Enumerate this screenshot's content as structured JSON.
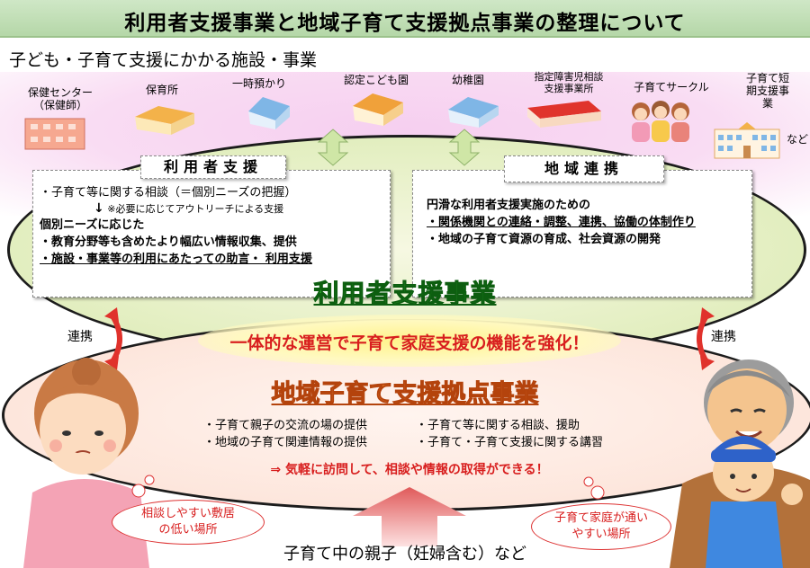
{
  "title": "利用者支援事業と地域子育て支援拠点事業の整理について",
  "section_heading": "子ども・子育て支援にかかる施設・事業",
  "facilities": {
    "health_center": [
      "保健センター",
      "（保健師）"
    ],
    "nursery": "保育所",
    "temporary_care": "一時預かり",
    "certified_kodomoen": "認定こども園",
    "kindergarten": "幼稚園",
    "disability_consult": [
      "指定障害児相談",
      "支援事業所"
    ],
    "parenting_circle": "子育てサークル",
    "short_stay": [
      "子育て短",
      "期支援事",
      "業"
    ],
    "etc": "など"
  },
  "user_support_box": {
    "tab": "利用者支援",
    "line1": "・子育て等に関する相談（＝個別ニーズの把握）",
    "arrow": "↓",
    "note": "※必要に応じてアウトリーチによる支援",
    "line3": "個別ニーズに応じた",
    "line4": "・教育分野等も含めたより幅広い情報収集、提供",
    "line5": "・施設・事業等の利用にあたっての助言・ 利用支援"
  },
  "regional_box": {
    "tab": "地域連携",
    "line1": "円滑な利用者支援実施のための",
    "line2": "・関係機関との連絡・調整、連携、協働の体制作り",
    "line3": "・地域の子育て資源の育成、社会資源の開発"
  },
  "banner_user_support": "利用者支援事業",
  "banner_integrated": "一体的な運営で子育て家庭支援の機能を強化！",
  "banner_hub": "地域子育て支援拠点事業",
  "renkei_left": "連携",
  "renkei_right": "連携",
  "hub_services": {
    "col1_1": "・子育て親子の交流の場の提供",
    "col1_2": "・地域の子育て関連情報の提供",
    "col2_1": "・子育て等に関する相談、援助",
    "col2_2": "・子育て・子育て支援に関する講習"
  },
  "access_line": "⇒ 気軽に訪問して、相談や情報の取得ができる！",
  "bubble_left": [
    "相談しやすい敷居",
    "の低い場所"
  ],
  "bubble_right": [
    "子育て家庭が通い",
    "やすい場所"
  ],
  "bottom_label": "子育て中の親子（妊婦含む）など",
  "colors": {
    "title_bg": "#c3dfb6",
    "green_text": "#2fa52b",
    "red_text": "#d81e1e",
    "orange_text": "#f08830",
    "pink_band": "#f6cff0"
  }
}
